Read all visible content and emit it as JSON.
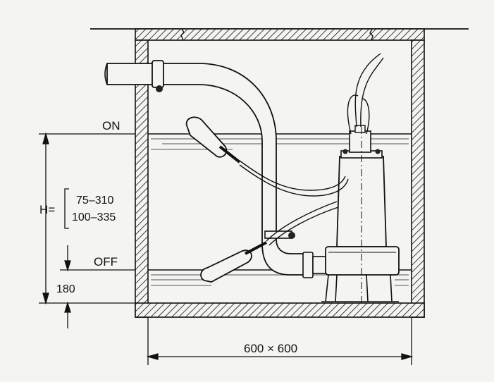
{
  "labels": {
    "on": "ON",
    "off": "OFF",
    "h_prefix": "H=",
    "h_range_1": "75–310",
    "h_range_2": "100–335",
    "off_height": "180",
    "pit_size": "600 × 600"
  },
  "colors": {
    "ink": "#111111",
    "paper": "#f4f4f2",
    "water_line": "#555555"
  }
}
